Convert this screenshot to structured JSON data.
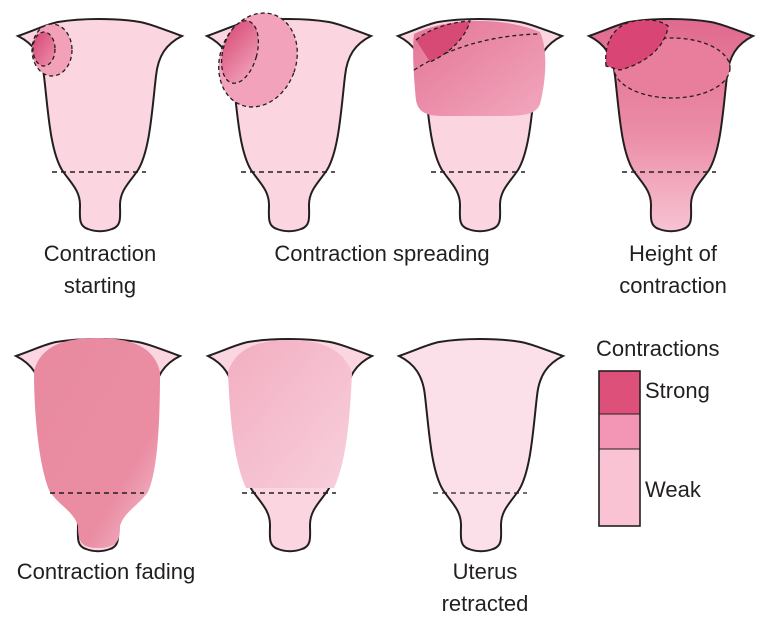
{
  "colors": {
    "outline": "#231f20",
    "base_pink": "#fbd6e1",
    "strong": "#dd5079",
    "medium": "#f396b6",
    "weak": "#fac3d4"
  },
  "stages": [
    {
      "caption_lines": [
        "Contraction",
        "starting"
      ]
    },
    {
      "caption_lines": [
        "Contraction spreading"
      ]
    },
    {
      "caption_lines": [
        "Height of",
        "contraction"
      ]
    },
    {
      "caption_lines": [
        "Contraction fading"
      ]
    },
    {
      "caption_lines": [
        "Uterus",
        "retracted"
      ]
    }
  ],
  "legend": {
    "title": "Contractions",
    "strong_label": "Strong",
    "weak_label": "Weak"
  }
}
